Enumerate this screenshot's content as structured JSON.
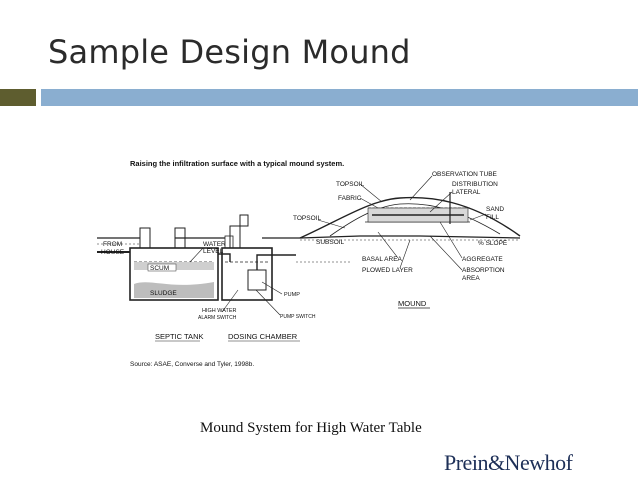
{
  "slide": {
    "title": "Sample Design Mound",
    "caption": "Mound System for High Water Table",
    "logo_text": "Prein&Newhof",
    "accent_colors": {
      "left_bar": "#5e5d2f",
      "right_bar": "#8aaed0"
    }
  },
  "figure": {
    "heading": "Raising the infiltration surface with a typical mound system.",
    "source": "Source: ASAE, Converse and Tyler, 1998b.",
    "labels": {
      "observation_tube": "OBSERVATION TUBE",
      "topsoil_top": "TOPSOIL",
      "distribution_lateral_1": "DISTRIBUTION",
      "distribution_lateral_2": "LATERAL",
      "fabric": "FABRIC",
      "sand_fill_1": "SAND",
      "sand_fill_2": "FILL",
      "topsoil_side": "TOPSOIL",
      "subsoil": "SUBSOIL",
      "slope": "% SLOPE",
      "basal_area": "BASAL AREA",
      "aggregate": "AGGREGATE",
      "plowed_layer": "PLOWED LAYER",
      "absorption_area_1": "ABSORPTION",
      "absorption_area_2": "AREA",
      "mound": "MOUND",
      "from_house_1": "FROM",
      "from_house_2": "HOUSE",
      "water_level_1": "WATER",
      "water_level_2": "LEVEL",
      "scum": "SCUM",
      "sludge": "SLUDGE",
      "high_water_1": "HIGH WATER",
      "high_water_2": "ALARM SWITCH",
      "pump": "PUMP",
      "pump_switch": "PUMP SWITCH",
      "septic_tank": "SEPTIC TANK",
      "dosing_chamber": "DOSING CHAMBER"
    }
  }
}
